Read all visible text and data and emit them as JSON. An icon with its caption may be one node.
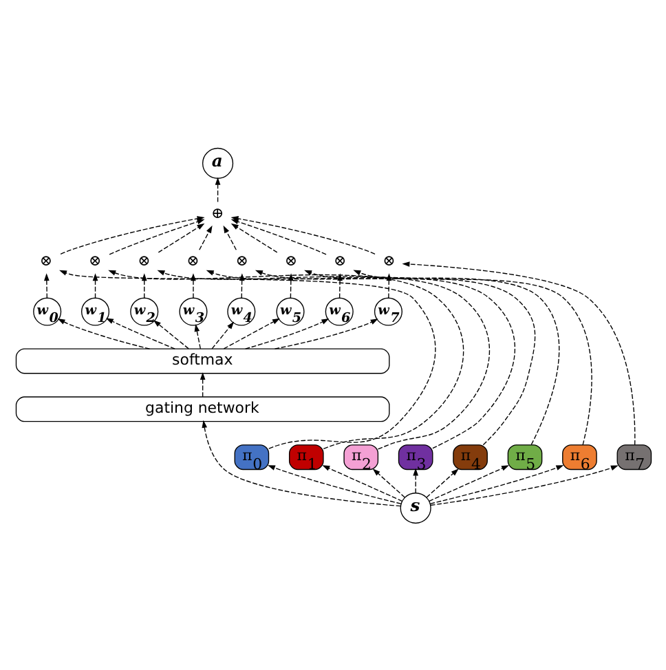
{
  "diagram": {
    "nodes": [
      {
        "text": [
          "a"
        ]
      },
      {
        "text": [
          "⊕"
        ]
      },
      {
        "text": [
          "⊗"
        ]
      },
      {
        "text": [
          "⊗"
        ]
      },
      {
        "text": [
          "⊗"
        ]
      },
      {
        "text": [
          "⊗"
        ]
      },
      {
        "text": [
          "⊗"
        ]
      },
      {
        "text": [
          "⊗"
        ]
      },
      {
        "text": [
          "⊗"
        ]
      },
      {
        "text": [
          "⊗"
        ]
      },
      {
        "text": [
          "w$_{0}$"
        ]
      },
      {
        "text": [
          "w$_{1}$"
        ]
      },
      {
        "text": [
          "w$_{2}$"
        ]
      },
      {
        "text": [
          "w$_{3}$"
        ]
      },
      {
        "text": [
          "w$_{4}$"
        ]
      },
      {
        "text": [
          "w$_{5}$"
        ]
      },
      {
        "text": [
          "w$_{6}$"
        ]
      },
      {
        "text": [
          "w$_{7}$"
        ]
      },
      {
        "text": [
          "softmax"
        ]
      },
      {
        "text": [
          "gating network"
        ]
      },
      {
        "text": [
          "π$_{0}$"
        ]
      },
      {
        "text": [
          "π$_{1}$"
        ]
      },
      {
        "text": [
          "π$_{2}$"
        ]
      },
      {
        "text": [
          "π$_{3}$"
        ]
      },
      {
        "text": [
          "π$_{4}$"
        ]
      },
      {
        "text": [
          "π$_{5}$"
        ]
      },
      {
        "text": [
          "π$_{6}$"
        ]
      },
      {
        "text": [
          "π$_{7}$"
        ]
      },
      {
        "text": [
          "s"
        ]
      }
    ],
    "edges": [
      {
        "from": 28,
        "to": 19,
        "arrow": "to",
        "style": "dashed"
      },
      {
        "from": 28,
        "to": 20,
        "arrow": "to",
        "style": "dashed"
      },
      {
        "from": 28,
        "to": 21,
        "arrow": "to",
        "style": "dashed"
      },
      {
        "from": 28,
        "to": 22,
        "arrow": "to",
        "style": "dashed"
      },
      {
        "from": 28,
        "to": 23,
        "arrow": "to",
        "style": "dashed"
      },
      {
        "from": 28,
        "to": 24,
        "arrow": "to",
        "style": "dashed"
      },
      {
        "from": 28,
        "to": 25,
        "arrow": "to",
        "style": "dashed"
      },
      {
        "from": 28,
        "to": 26,
        "arrow": "to",
        "style": "dashed"
      },
      {
        "from": 28,
        "to": 27,
        "arrow": "to",
        "style": "dashed"
      },
      {
        "from": 19,
        "to": 18,
        "arrow": "to",
        "style": "dashed"
      },
      {
        "from": 18,
        "to": 10,
        "arrow": "to",
        "style": "dashed"
      },
      {
        "from": 18,
        "to": 11,
        "arrow": "to",
        "style": "dashed"
      },
      {
        "from": 18,
        "to": 12,
        "arrow": "to",
        "style": "dashed"
      },
      {
        "from": 18,
        "to": 13,
        "arrow": "to",
        "style": "dashed"
      },
      {
        "from": 18,
        "to": 14,
        "arrow": "to",
        "style": "dashed"
      },
      {
        "from": 18,
        "to": 15,
        "arrow": "to",
        "style": "dashed"
      },
      {
        "from": 18,
        "to": 16,
        "arrow": "to",
        "style": "dashed"
      },
      {
        "from": 18,
        "to": 17,
        "arrow": "to",
        "style": "dashed"
      },
      {
        "from": 10,
        "to": 2,
        "arrow": "to",
        "style": "dashed"
      },
      {
        "from": 11,
        "to": 3,
        "arrow": "to",
        "style": "dashed"
      },
      {
        "from": 12,
        "to": 4,
        "arrow": "to",
        "style": "dashed"
      },
      {
        "from": 13,
        "to": 5,
        "arrow": "to",
        "style": "dashed"
      },
      {
        "from": 14,
        "to": 6,
        "arrow": "to",
        "style": "dashed"
      },
      {
        "from": 15,
        "to": 7,
        "arrow": "to",
        "style": "dashed"
      },
      {
        "from": 16,
        "to": 8,
        "arrow": "to",
        "style": "dashed"
      },
      {
        "from": 17,
        "to": 9,
        "arrow": "to",
        "style": "dashed"
      },
      {
        "from": 20,
        "to": 2,
        "arrow": "to",
        "style": "dashed"
      },
      {
        "from": 21,
        "to": 3,
        "arrow": "to",
        "style": "dashed"
      },
      {
        "from": 22,
        "to": 4,
        "arrow": "to",
        "style": "dashed"
      },
      {
        "from": 23,
        "to": 5,
        "arrow": "to",
        "style": "dashed"
      },
      {
        "from": 24,
        "to": 6,
        "arrow": "to",
        "style": "dashed"
      },
      {
        "from": 25,
        "to": 7,
        "arrow": "to",
        "style": "dashed"
      },
      {
        "from": 26,
        "to": 8,
        "arrow": "to",
        "style": "dashed"
      },
      {
        "from": 27,
        "to": 9,
        "arrow": "to",
        "style": "dashed"
      },
      {
        "from": 2,
        "to": 1,
        "arrow": "to",
        "style": "dashed"
      },
      {
        "from": 3,
        "to": 1,
        "arrow": "to",
        "style": "dashed"
      },
      {
        "from": 4,
        "to": 1,
        "arrow": "to",
        "style": "dashed"
      },
      {
        "from": 5,
        "to": 1,
        "arrow": "to",
        "style": "dashed"
      },
      {
        "from": 6,
        "to": 1,
        "arrow": "to",
        "style": "dashed"
      },
      {
        "from": 7,
        "to": 1,
        "arrow": "to",
        "style": "dashed"
      },
      {
        "from": 8,
        "to": 1,
        "arrow": "to",
        "style": "dashed"
      },
      {
        "from": 9,
        "to": 1,
        "arrow": "to",
        "style": "dashed"
      },
      {
        "from": 1,
        "to": 0,
        "arrow": "to",
        "style": "dashed"
      }
    ]
  }
}
